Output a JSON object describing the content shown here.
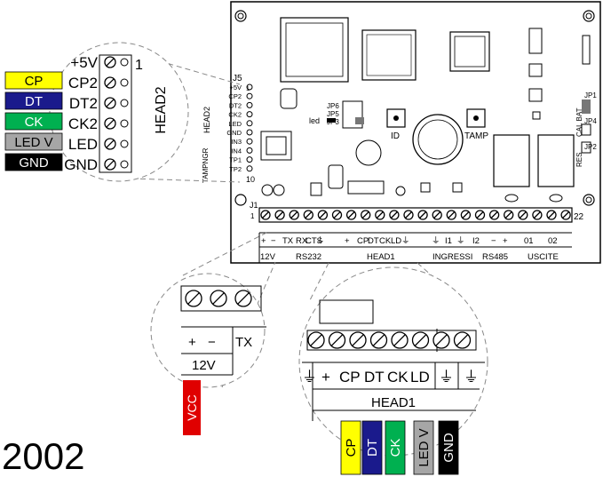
{
  "wire_labels_left": [
    {
      "text": "CP",
      "bg": "#ffff00",
      "fg": "#000000"
    },
    {
      "text": "DT",
      "bg": "#1a1a8c",
      "fg": "#ffffff"
    },
    {
      "text": "CK",
      "bg": "#00b050",
      "fg": "#ffffff"
    },
    {
      "text": "LED V",
      "bg": "#a6a6a6",
      "fg": "#000000"
    },
    {
      "text": "GND",
      "bg": "#000000",
      "fg": "#ffffff"
    }
  ],
  "zoom_head2": {
    "pins": [
      "+5V",
      "CP2",
      "DT2",
      "CK2",
      "LED",
      "GND"
    ],
    "pin_number": "1",
    "connector_label": "HEAD2"
  },
  "board": {
    "j5_label": "J5",
    "j5_pins": [
      "+5V",
      "CP2",
      "DT2",
      "CK2",
      "LED",
      "GND",
      "IN3",
      "IN4",
      "TP1",
      "TP2"
    ],
    "j5_first_pin": "1",
    "j5_last_pin": "10",
    "head2_label": "HEAD2",
    "tampngr_label": "TAMPNGR",
    "jp_labels": [
      "JP6",
      "JP5",
      "JP3"
    ],
    "led_label": "led",
    "id_label": "ID",
    "tamp_label": "TAMP",
    "jp1_label": "JP1",
    "cal_bat_label": "CAL BAT",
    "jp4_label": "JP4",
    "res_label": "RES",
    "jp2_label": "JP2",
    "j1_label": "J1",
    "j1_first_pin": "1",
    "j1_last_pin": "22",
    "terminal_labels": [
      "+",
      "−",
      "TX",
      "RX",
      "CTS",
      "⏚",
      "+",
      "CP",
      "DT",
      "CK",
      "LD",
      "⏚",
      "⏚",
      "I1",
      "⏚",
      "I2",
      "−",
      "+",
      "01",
      "02"
    ],
    "group_labels": [
      "12V",
      "RS232",
      "HEAD1",
      "INGRESSI",
      "RS485",
      "USCITE"
    ]
  },
  "zoom_12v": {
    "labels": [
      "+",
      "−",
      "TX"
    ],
    "group": "12V",
    "wire": {
      "text": "VCC",
      "bg": "#e00000",
      "fg": "#ffffff"
    }
  },
  "zoom_head1": {
    "labels": [
      "⏚",
      "+",
      "CP",
      "DT",
      "CK",
      "LD",
      "⏚",
      "⏚"
    ],
    "group": "HEAD1",
    "wires": [
      {
        "text": "CP",
        "bg": "#ffff00",
        "fg": "#000000"
      },
      {
        "text": "DT",
        "bg": "#1a1a8c",
        "fg": "#ffffff"
      },
      {
        "text": "CK",
        "bg": "#00b050",
        "fg": "#ffffff"
      },
      {
        "text": "LED V",
        "bg": "#a6a6a6",
        "fg": "#000000"
      },
      {
        "text": "GND",
        "bg": "#000000",
        "fg": "#ffffff"
      }
    ]
  },
  "year": "2002"
}
